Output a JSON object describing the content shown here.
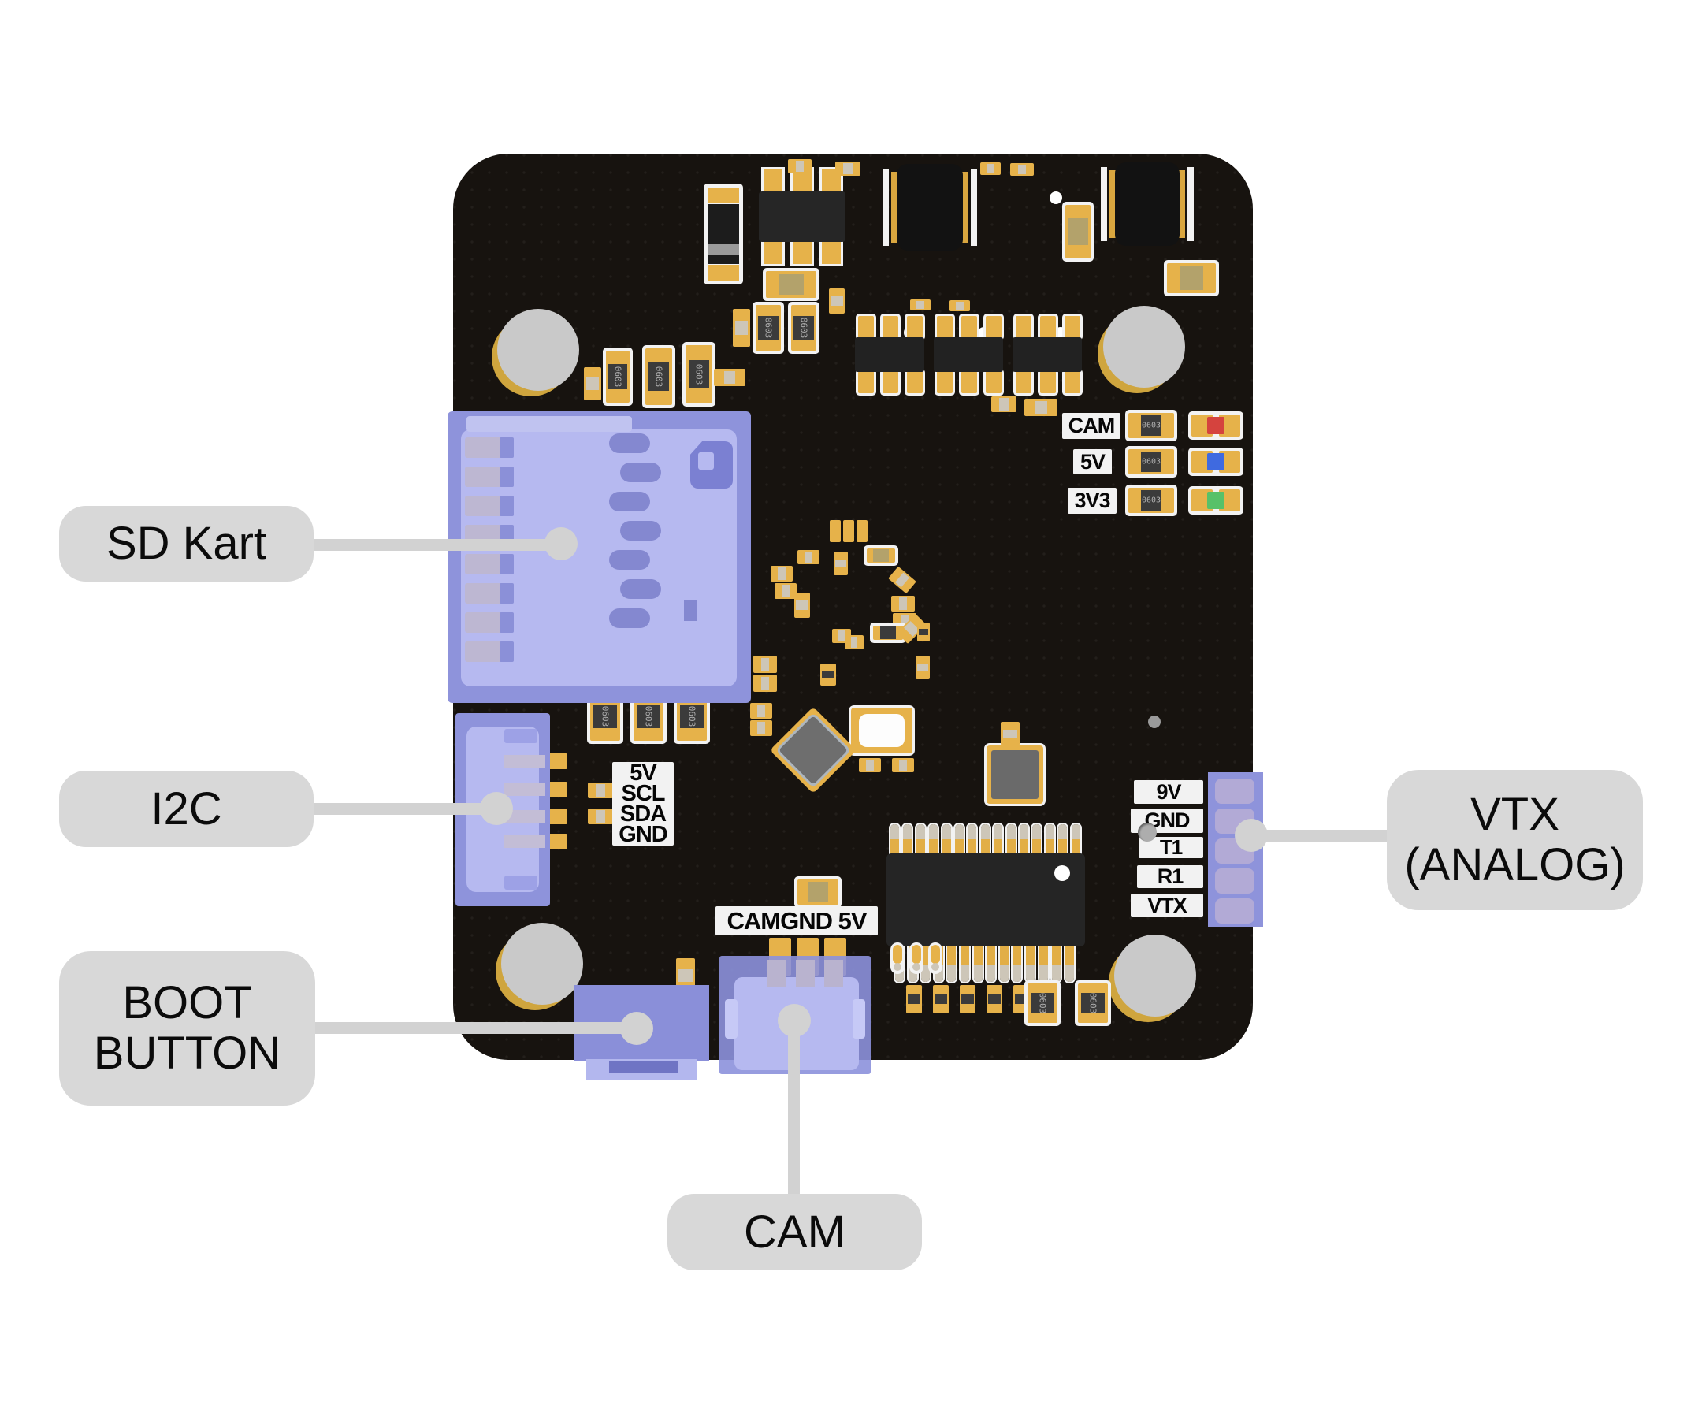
{
  "diagram": {
    "background": "#ffffff",
    "callout_color": "#d8d8d8"
  },
  "board": {
    "color": "#17130f",
    "highlight_color": "#8e93db",
    "component_marking": "0603",
    "silkscreen": {
      "status_leds": [
        {
          "label": "CAM",
          "led_color": "#d5433e"
        },
        {
          "label": "5V",
          "led_color": "#3f6ae0"
        },
        {
          "label": "3V3",
          "led_color": "#57c169"
        }
      ],
      "i2c_pins": [
        "5V",
        "SCL",
        "SDA",
        "GND"
      ],
      "vtx_pins": [
        "9V",
        "GND",
        "T1",
        "R1",
        "VTX"
      ],
      "cam_pins": "CAMGND 5V"
    }
  },
  "callouts": {
    "sd_card": "SD Kart",
    "i2c": "I2C",
    "boot_button": "BOOT BUTTON",
    "cam": "CAM",
    "vtx_analog": "VTX (ANALOG)"
  }
}
